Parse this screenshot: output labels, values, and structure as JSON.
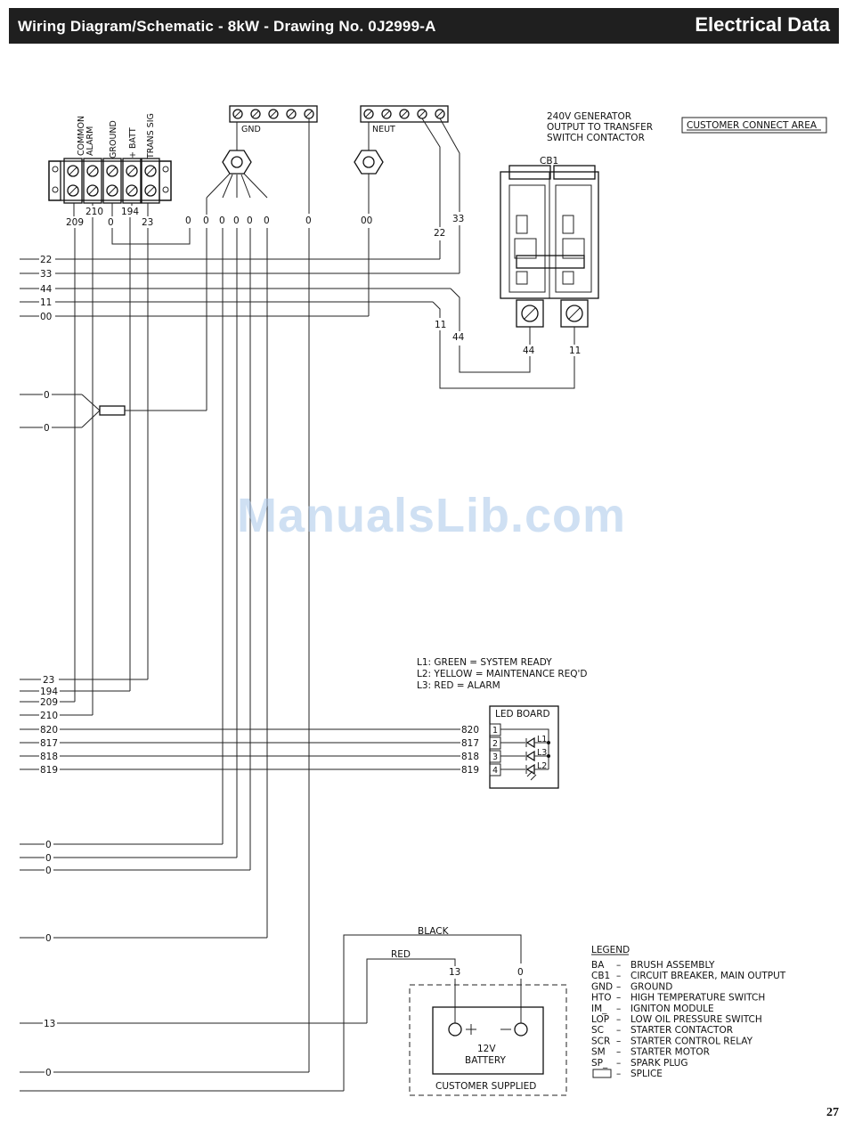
{
  "header": {
    "title": "Wiring Diagram/Schematic - 8kW - Drawing No. 0J2999-A",
    "section": "Electrical Data"
  },
  "page_number": "27",
  "watermark": "ManualsLib.com",
  "terminal_block": {
    "labels": [
      "COMMON ALARM",
      "GROUND",
      "+ BATT",
      "TRANS SIG"
    ],
    "top_wires": [
      "209",
      "210",
      "194",
      "23"
    ],
    "ground_wire": "0"
  },
  "ground_bar": {
    "label": "GND",
    "wire_labels": [
      "0",
      "0",
      "0",
      "0",
      "0",
      "0",
      "0"
    ]
  },
  "neutral_bar": {
    "label": "NEUT",
    "wire_labels": [
      "00",
      "22",
      "33"
    ]
  },
  "generator_note": [
    "240V GENERATOR",
    "OUTPUT TO TRANSFER",
    "SWITCH CONTACTOR"
  ],
  "customer_connect": "CUSTOMER CONNECT AREA",
  "breaker": {
    "label": "CB1",
    "wire_labels": [
      "11",
      "44",
      "44",
      "11"
    ]
  },
  "left_wires": {
    "top_group": [
      "22",
      "33",
      "44",
      "11",
      "00"
    ],
    "splice_group": [
      "0",
      "0"
    ],
    "signal_group": [
      "23",
      "194",
      "209",
      "210"
    ],
    "led_group": [
      "820",
      "817",
      "818",
      "819"
    ],
    "ground_group": [
      "0",
      "0",
      "0"
    ],
    "ground_single": "0",
    "batt_positive": "13",
    "batt_negative": "0"
  },
  "led_key": [
    "L1:  GREEN  =  SYSTEM READY",
    "L2:  YELLOW  =  MAINTENANCE REQ'D",
    "L3:  RED  =  ALARM"
  ],
  "led_board": {
    "title": "LED BOARD",
    "pins": [
      "1",
      "2",
      "3",
      "4"
    ],
    "wire_labels": [
      "820",
      "817",
      "818",
      "819"
    ],
    "leds": [
      "L1",
      "L3",
      "L2"
    ]
  },
  "battery": {
    "wire_black": "BLACK",
    "wire_red": "RED",
    "terminal_pos_wire": "13",
    "terminal_neg_wire": "0",
    "voltage": "12V",
    "name": "BATTERY",
    "box_label": "CUSTOMER SUPPLIED"
  },
  "legend": {
    "title": "LEGEND",
    "items": [
      {
        "code": "BA",
        "desc": "BRUSH ASSEMBLY"
      },
      {
        "code": "CB1",
        "desc": "CIRCUIT BREAKER, MAIN OUTPUT"
      },
      {
        "code": "GND",
        "desc": "GROUND"
      },
      {
        "code": "HTO",
        "desc": "HIGH TEMPERATURE SWITCH"
      },
      {
        "code": "IM_",
        "desc": "IGNITON MODULE"
      },
      {
        "code": "LOP",
        "desc": "LOW OIL PRESSURE SWITCH"
      },
      {
        "code": "SC",
        "desc": "STARTER CONTACTOR"
      },
      {
        "code": "SCR",
        "desc": "STARTER CONTROL RELAY"
      },
      {
        "code": "SM",
        "desc": "STARTER MOTOR"
      },
      {
        "code": "SP_",
        "desc": "SPARK PLUG"
      },
      {
        "code": "",
        "desc": "SPLICE"
      }
    ]
  }
}
